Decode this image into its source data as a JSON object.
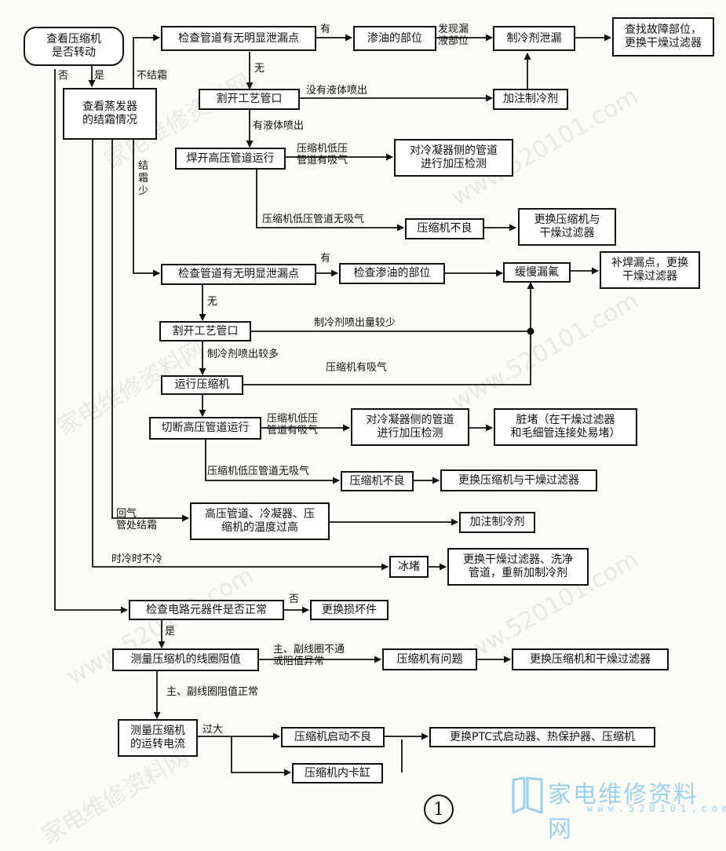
{
  "nodes": {
    "n_start": "查看压缩机\n是否转动",
    "n_evap": "查看蒸发器\n的结霜情况",
    "n_check1": "检查管道有无明显泄漏点",
    "n_oil1": "渗油的部位",
    "n_leak1": "制冷剂泄漏",
    "n_fix1": "查找故障部位，\n更换干燥过滤器",
    "n_cut1": "割开工艺管口",
    "n_addref1": "加注制冷剂",
    "n_weld1": "焊开高压管道运行",
    "n_press1": "对冷凝器侧的管道\n进行加压检测",
    "n_bad1": "压缩机不良",
    "n_replace1": "更换压缩机与\n干燥过滤器",
    "n_check2": "检查管道有无明显泄漏点",
    "n_oil2": "检查渗油的部位",
    "n_slow": "缓慢漏氟",
    "n_repair": "补焊漏点，更换\n干燥过滤器",
    "n_cut2": "割开工艺管口",
    "n_run": "运行压缩机",
    "n_cuthp": "切断高压管道运行",
    "n_press2": "对冷凝器侧的管道\n进行加压检测",
    "n_clog": "脏堵（在干燥过滤器\n和毛细管连接处易堵）",
    "n_bad2": "压缩机不良",
    "n_replace2": "更换压缩机与干燥过滤器",
    "n_hot": "高压管道、冷凝器、压\n缩机的温度过高",
    "n_addref2": "加注制冷剂",
    "n_ice": "冰堵",
    "n_icefix": "更换干燥过滤器、洗净\n管道，重新加制冷剂",
    "n_circuit": "检查电路元器件是否正常",
    "n_badpart": "更换损坏件",
    "n_coil": "测量压缩机的线圈阻值",
    "n_compprob": "压缩机有问题",
    "n_replace3": "更换压缩机和干燥过滤器",
    "n_current": "测量压缩机\n的运转电流",
    "n_startbad": "压缩机启动不良",
    "n_stuck": "压缩机内卡缸",
    "n_ptc": "更换PTC式启动器、热保护器、压缩机"
  },
  "labels": {
    "l_no_start": "否",
    "l_yes_start": "是",
    "l_nofrost": "不结霜",
    "l_less_frost": "结霜少",
    "l_have1": "有",
    "l_found": "发现漏\n液部位",
    "l_none1": "无",
    "l_noliquid": "没有液体喷出",
    "l_liquid": "有液体喷出",
    "l_suction1": "压缩机低压\n管道有吸气",
    "l_nosuction1": "压缩机低压管道无吸气",
    "l_have2": "有",
    "l_none2": "无",
    "l_less_spray": "制冷剂喷出量较少",
    "l_more_spray": "制冷剂喷出较多",
    "l_suction_run": "压缩机有吸气",
    "l_suction2": "压缩机低压\n管道有吸气",
    "l_nosuction2": "压缩机低压管道无吸气",
    "l_return_frost": "回气\n管处结霜",
    "l_intermittent": "时冷时不冷",
    "l_no_circuit": "否",
    "l_yes_circuit": "是",
    "l_coil_bad": "主、副线圈不通\n或阻值异常",
    "l_coil_ok": "主、副线圈阻值正常",
    "l_too_big": "过大"
  },
  "page_number": "1",
  "watermark": {
    "domain": "www.520101.com",
    "cn": "家电维修资料网",
    "logo_text": "家电维修资料网",
    "logo_url": "www.520101.com"
  }
}
